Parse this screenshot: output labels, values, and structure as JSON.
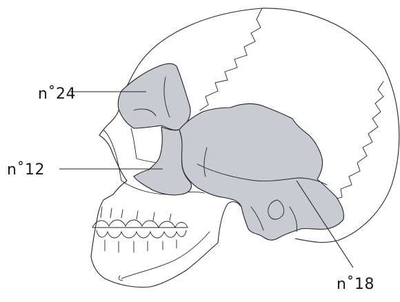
{
  "colors": {
    "highlight": "#c9cbd2",
    "line": "#222222",
    "background": "#ffffff"
  },
  "labels": [
    {
      "id": "n24",
      "text": "n˚24"
    },
    {
      "id": "n12",
      "text": "n˚12"
    },
    {
      "id": "n18",
      "text": "n˚18"
    }
  ]
}
